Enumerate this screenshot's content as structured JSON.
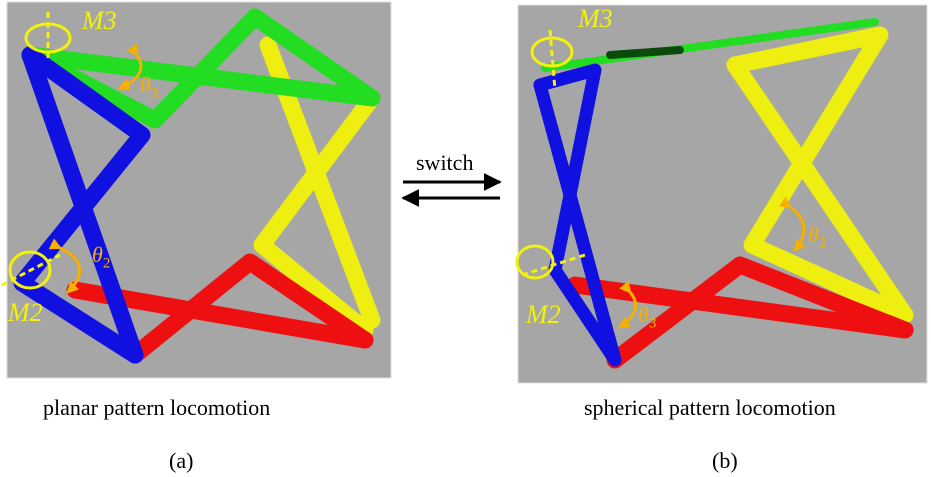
{
  "figure": {
    "panel_a": {
      "caption": "planar pattern locomotion",
      "tag": "(a)",
      "motor_top": "M3",
      "motor_bottom": "M2",
      "angle_top": {
        "symbol": "θ",
        "sub": "3"
      },
      "angle_bottom": {
        "symbol": "θ",
        "sub": "2"
      }
    },
    "panel_b": {
      "caption": "spherical pattern locomotion",
      "tag": "(b)",
      "motor_top": "M3",
      "motor_bottom": "M2",
      "angle_right": {
        "symbol": "θ",
        "sub": "2"
      },
      "angle_bottom": {
        "symbol": "θ",
        "sub": "3"
      }
    },
    "switch_label": "switch",
    "colors": {
      "background": "#a6a6a6",
      "green": "#22dd22",
      "blue": "#1010e0",
      "red": "#ee1010",
      "yellow": "#eeee10",
      "annotation": "#f5b000"
    }
  }
}
